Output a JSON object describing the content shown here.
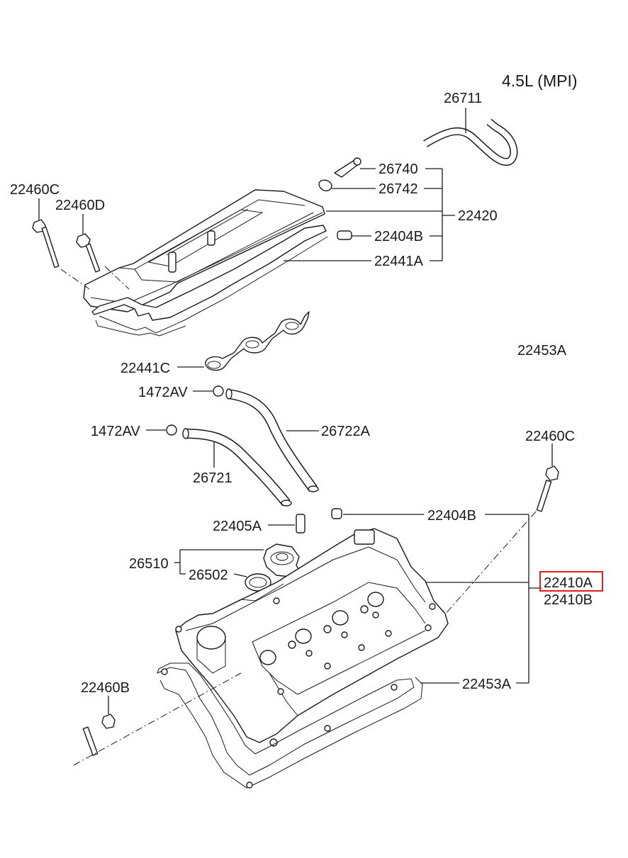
{
  "title": "4.5L (MPI)",
  "labels": {
    "l26711": "26711",
    "l26740": "26740",
    "l26742": "26742",
    "l22420": "22420",
    "l22404B_top": "22404B",
    "l22441A": "22441A",
    "l22460C_top": "22460C",
    "l22460D": "22460D",
    "l22453A_orphan": "22453A",
    "l22441C": "22441C",
    "l1472AV_a": "1472AV",
    "l1472AV_b": "1472AV",
    "l26722A": "26722A",
    "l26721": "26721",
    "l22460C_right": "22460C",
    "l22404B_mid": "22404B",
    "l22405A": "22405A",
    "l26510": "26510",
    "l26502": "26502",
    "l22410A": "22410A",
    "l22410B": "22410B",
    "l22453A": "22453A",
    "l22460B": "22460B"
  },
  "highlight": {
    "label": "22410A",
    "color": "#e02020"
  }
}
